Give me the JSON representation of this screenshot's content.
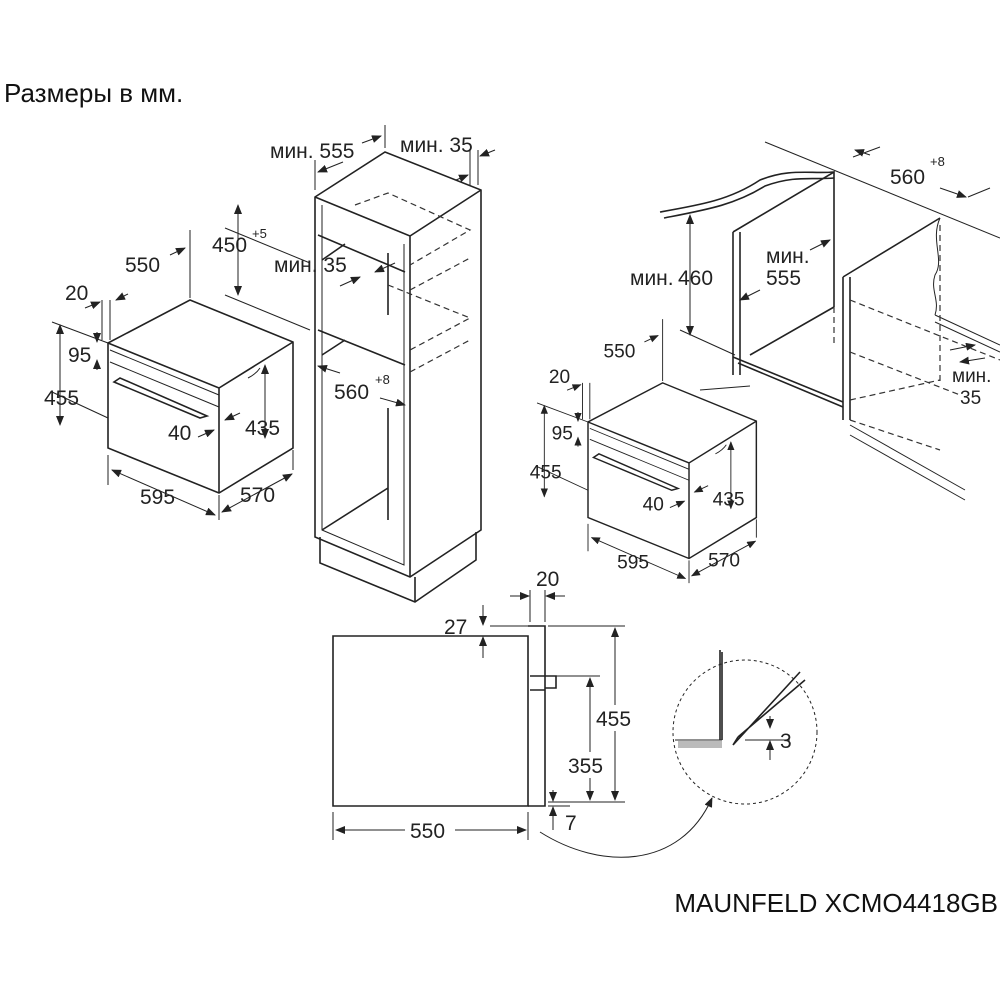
{
  "title": "Размеры в мм.",
  "model": "MAUNFELD XCMO4418GB",
  "left_oven": {
    "depth": "550",
    "front": "20",
    "top_panel": "95",
    "height": "455",
    "handle": "40",
    "inner_height": "435",
    "width": "595",
    "side_depth": "570"
  },
  "tall_cabinet": {
    "min_depth": "мин. 555",
    "min_gap": "мин. 35",
    "niche_height": "450",
    "niche_height_tol": "+5",
    "inner_gap": "мин. 35",
    "niche_width": "560",
    "niche_width_tol": "+8"
  },
  "right_oven": {
    "depth": "550",
    "front": "20",
    "top_panel": "95",
    "height": "455",
    "handle": "40",
    "inner_height": "435",
    "width": "595",
    "side_depth": "570"
  },
  "under_counter": {
    "niche_width": "560",
    "niche_width_tol": "+8",
    "min_height_label": "мин.",
    "min_height": "460",
    "min_depth_label": "мин.",
    "min_depth": "555",
    "min_gap_label": "мин.",
    "min_gap": "35"
  },
  "side_view": {
    "front_thickness": "20",
    "top_offset": "27",
    "height": "455",
    "lower_height": "355",
    "bottom_offset": "7",
    "depth": "550",
    "detail_gap": "3"
  }
}
